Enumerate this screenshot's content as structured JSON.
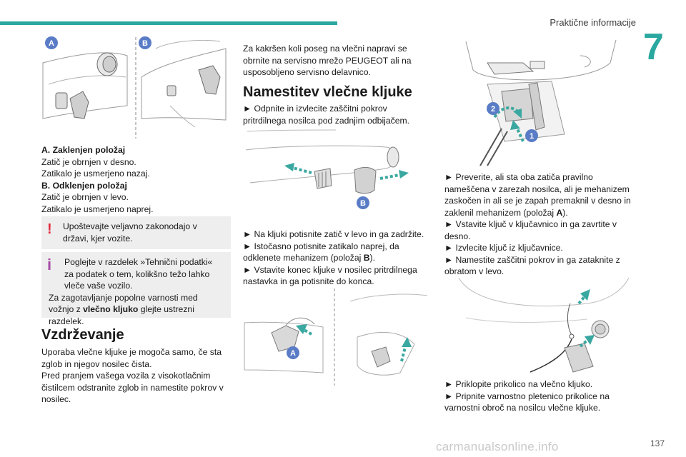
{
  "header": {
    "section_title": "Praktične informacije",
    "chapter_number": "7"
  },
  "footer": {
    "page_number": "137",
    "watermark": "carmanualsonline.info"
  },
  "colors": {
    "accent": "#2aa8a0",
    "badge": "#5a7cc6",
    "arrow": "#3aa8a0",
    "warning": "#e5283a",
    "info": "#a64ca6"
  },
  "left": {
    "figure_labels": {
      "a": "A",
      "b": "B"
    },
    "a_title": "A. Zaklenjen položaj",
    "a_line1": "Zatič je obrnjen v desno.",
    "a_line2": "Zatikalo je usmerjeno nazaj.",
    "b_title": "B. Odklenjen položaj",
    "b_line1": "Zatič je obrnjen v levo.",
    "b_line2": "Zatikalo je usmerjeno naprej.",
    "warning_text": "Upoštevajte veljavno zakonodajo v državi, kjer vozite.",
    "info_line1": "Poglejte v razdelek »Tehnični podatki« za podatek o tem, kolikšno težo lahko vleče vaše vozilo.",
    "info_line2_pre": "Za zagotavljanje popolne varnosti med vožnjo z ",
    "info_line2_bold": "vlečno kljuko",
    "info_line2_post": " glejte ustrezni razdelek.",
    "maint_heading": "Vzdrževanje",
    "maint_line1": "Uporaba vlečne kljuke je mogoča samo, če sta zglob in njegov nosilec čista.",
    "maint_line2": "Pred pranjem vašega vozila z visokotlačnim čistilcem odstranite zglob in namestite pokrov v nosilec."
  },
  "middle": {
    "intro": "Za kakršen koli poseg na vlečni napravi se obrnite na servisno mrežo PEUGEOT ali na usposobljeno servisno delavnico.",
    "heading": "Namestitev vlečne kljuke",
    "step1": "► Odpnite in izvlecite zaščitni pokrov pritrdilnega nosilca pod zadnjim odbijačem.",
    "figure_b_label": "B",
    "step2": "► Na kljuki potisnite zatič v levo in ga zadržite.",
    "step3_pre": "► Istočasno potisnite zatikalo naprej, da odklenete mehanizem (položaj ",
    "step3_bold": "B",
    "step3_post": ").",
    "step4": "► Vstavite konec kljuke v nosilec pritrdilnega nastavka in ga potisnite do konca.",
    "figure_a_label": "A"
  },
  "right": {
    "badge1": "1",
    "badge2": "2",
    "step1_pre": "► Preverite, ali sta oba zatiča pravilno nameščena v zarezah nosilca, ali je mehanizem zaskočen in ali se je zapah premaknil v desno in zaklenil mehanizem (položaj ",
    "step1_bold": "A",
    "step1_post": ").",
    "step2": "► Vstavite ključ v ključavnico in ga zavrtite v desno.",
    "step3": "► Izvlecite ključ iz ključavnice.",
    "step4": "► Namestite zaščitni pokrov in ga zataknite z obratom v levo.",
    "step5": "► Priklopite prikolico na vlečno kljuko.",
    "step6": "► Pripnite varnostno pletenico prikolice na varnostni obroč na nosilcu vlečne kljuke."
  }
}
